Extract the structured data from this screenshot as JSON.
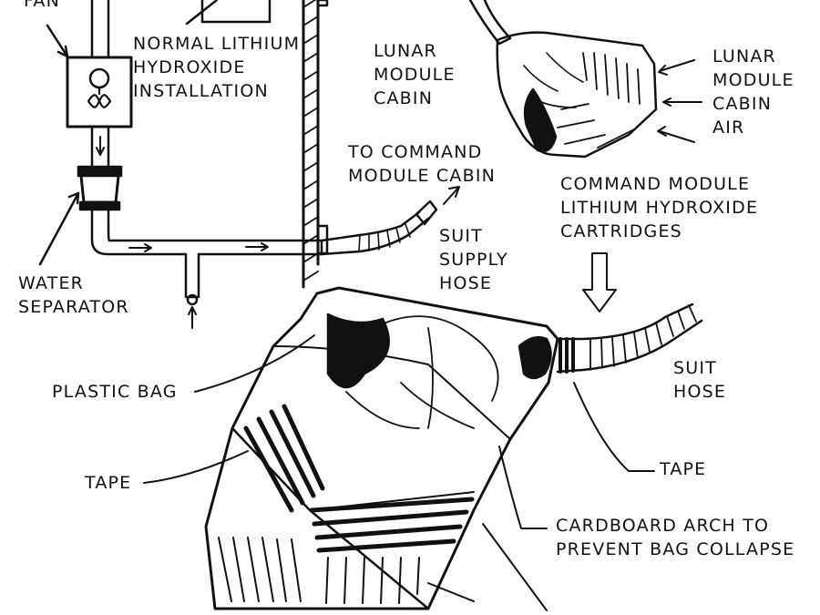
{
  "colors": {
    "ink": "#111111",
    "background": "#ffffff"
  },
  "labels": {
    "fan": "FAN",
    "normal_lioh": [
      "NORMAL LITHIUM",
      "HYDROXIDE",
      "INSTALLATION"
    ],
    "lm_cabin": [
      "LUNAR",
      "MODULE",
      "CABIN"
    ],
    "lm_cabin_air": [
      "LUNAR",
      "MODULE",
      "CABIN",
      "AIR"
    ],
    "to_cm_cabin": [
      "TO COMMAND",
      "MODULE CABIN"
    ],
    "cm_lioh_cartridges": [
      "COMMAND MODULE",
      "LITHIUM HYDROXIDE",
      "CARTRIDGES"
    ],
    "suit_supply_hose": [
      "SUIT",
      "SUPPLY",
      "HOSE"
    ],
    "water_separator": [
      "WATER",
      "SEPARATOR"
    ],
    "plastic_bag": "PLASTIC BAG",
    "suit_hose": [
      "SUIT",
      "HOSE"
    ],
    "tape_left": "TAPE",
    "tape_right": "TAPE",
    "cardboard_arch": [
      "CARDBOARD ARCH TO",
      "PREVENT BAG COLLAPSE"
    ]
  }
}
